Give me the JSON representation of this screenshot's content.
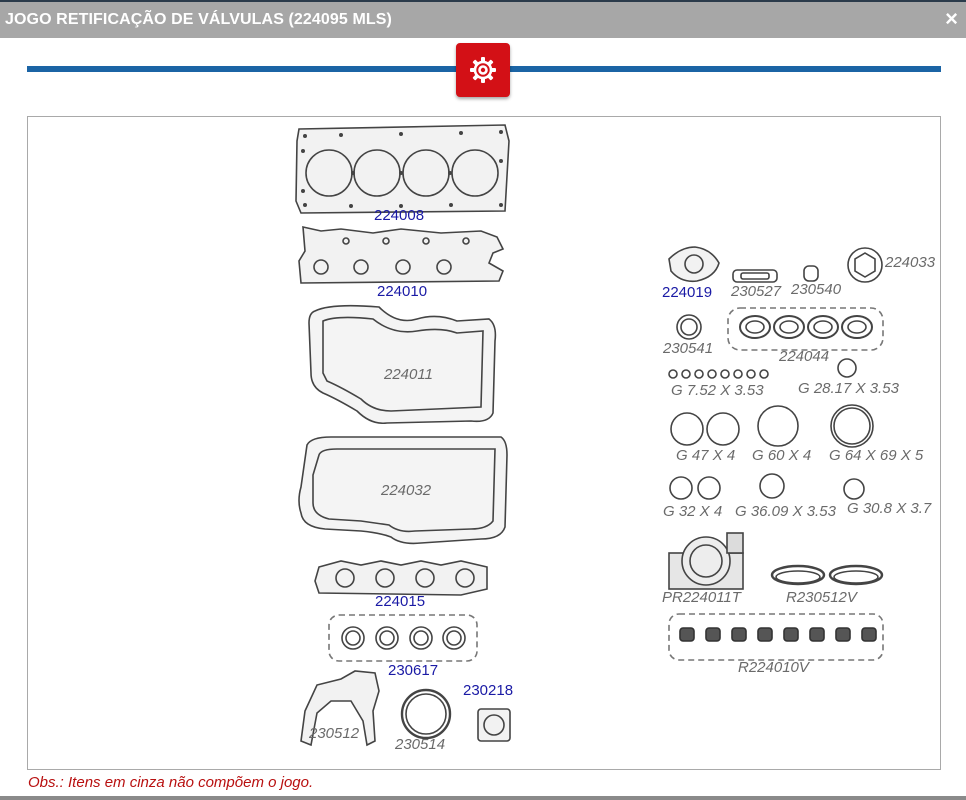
{
  "window": {
    "title": "JOGO RETIFICAÇÃO DE VÁLVULAS (224095 MLS)",
    "close_symbol": "×"
  },
  "toolbar": {
    "icon": "gear-icon"
  },
  "colors": {
    "title_bar": "#a7a7a7",
    "rule": "#1b64a5",
    "button": "#d31016",
    "part_code": "#1a1aa5",
    "not_included": "#6a6a6a",
    "note": "#b81010"
  },
  "parts": {
    "p224008": "224008",
    "p224010": "224010",
    "p224011": "224011",
    "p224032": "224032",
    "p224015": "224015",
    "p230617": "230617",
    "p230218": "230218",
    "p230512": "230512",
    "p230514": "230514",
    "p224019": "224019",
    "p230527": "230527",
    "p230540": "230540",
    "p224033": "224033",
    "p230541": "230541",
    "p224044": "224044",
    "g752": "G 7.52 X 3.53",
    "g2817": "G 28.17 X 3.53",
    "g47": "G 47 X 4",
    "g60": "G 60 X 4",
    "g64": "G 64 X 69 X 5",
    "g32": "G 32 X 4",
    "g3609": "G 36.09 X 3.53",
    "g308": "G 30.8 X 3.7",
    "pr224011t": "PR224011T",
    "r230512v": "R230512V",
    "r224010v": "R224010V"
  },
  "note": "Obs.: Itens em cinza não compõem o jogo."
}
